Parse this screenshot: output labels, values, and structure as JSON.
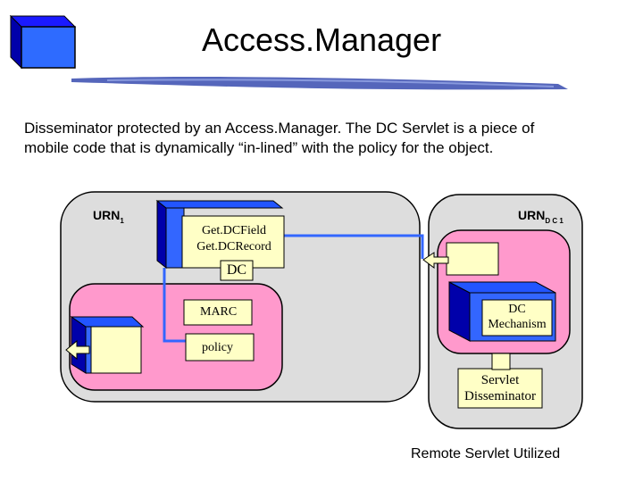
{
  "title": "Access.Manager",
  "description": {
    "line1": "Disseminator protected by an Access.Manager.  The DC Servlet is a piece of",
    "line2": "mobile code that is dynamically  “in-lined” with the policy for the object."
  },
  "urn1": {
    "label": "URN",
    "sub": "1"
  },
  "urn_dc": {
    "label": "URN",
    "sub": "D C 1"
  },
  "getdc": {
    "line1": "Get.DCField",
    "line2": "Get.DCRecord"
  },
  "dc_label": "DC",
  "marc_label": "MARC",
  "policy_label": "policy",
  "dc_mechanism": {
    "line1": "DC",
    "line2": "Mechanism"
  },
  "servlet": {
    "line1": "Servlet",
    "line2": "Disseminator"
  },
  "caption": "Remote Servlet Utilized",
  "colors": {
    "grey": "#dddddd",
    "pink": "#ff99cc",
    "blue": "#3366ff",
    "dark_blue": "#0000aa",
    "yellow": "#ffffc6"
  },
  "icons": [
    "cube-icon",
    "arrow-left-icon"
  ]
}
